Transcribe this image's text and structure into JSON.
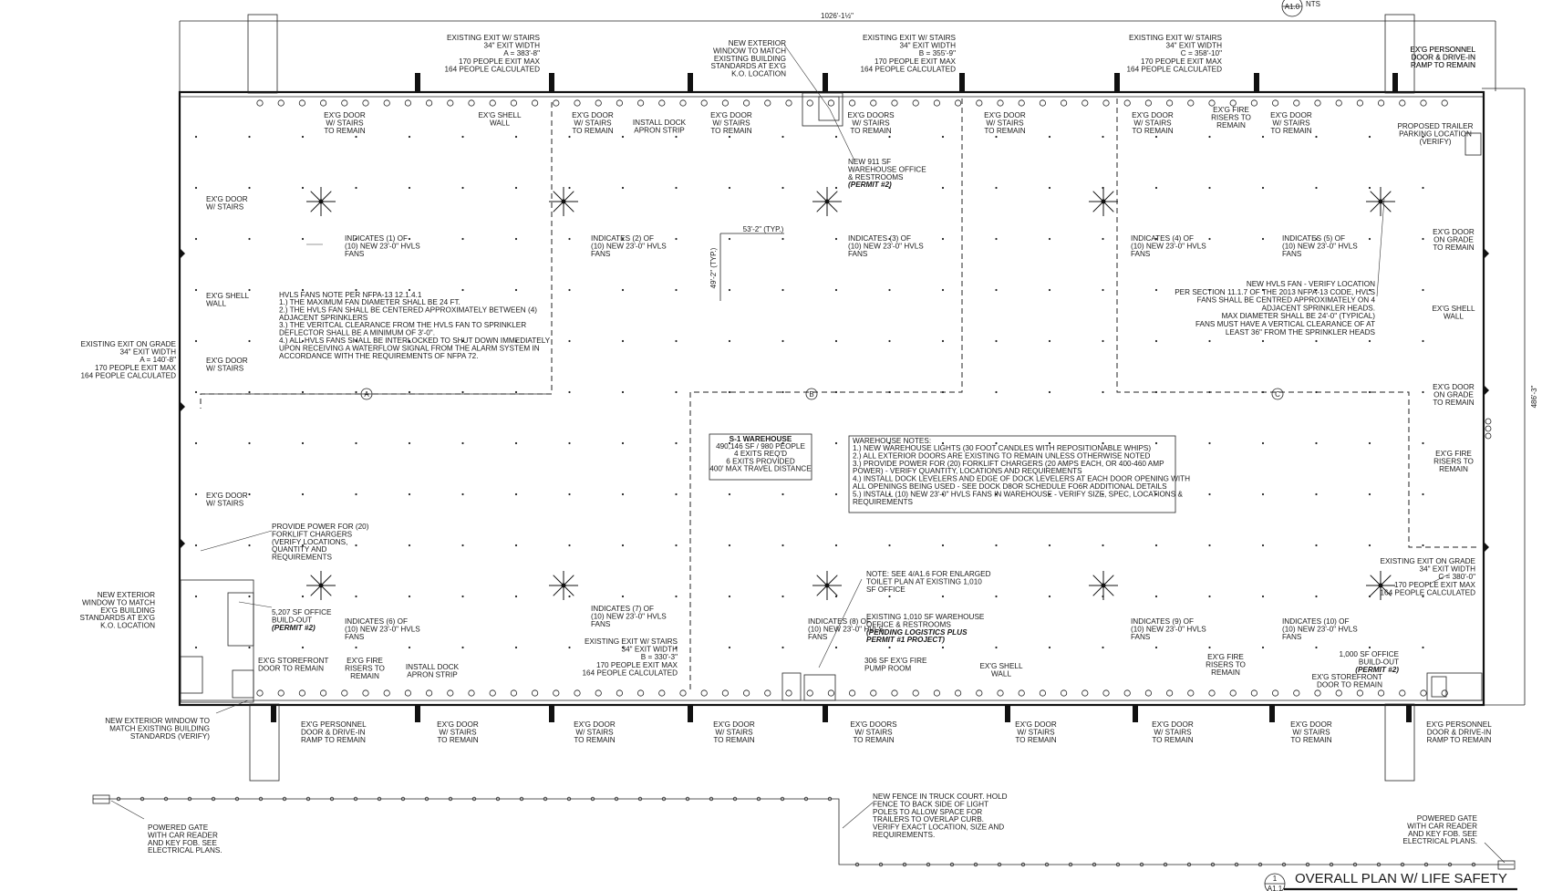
{
  "drawing": {
    "title": "OVERALL PLAN W/ LIFE SAFETY",
    "scale": "1/32\" = 1'-0\"",
    "callout_num": "1",
    "callout_sheet": "A1.1",
    "top_ref_sheet": "A1.0",
    "top_ref_nts": "NTS"
  },
  "dimensions": {
    "overall_width": "1026'-1½\"",
    "overall_depth": "486'-3\"",
    "typ_bay_w": "53'-2\" (TYP.)",
    "typ_bay_h": "49'-2\" (TYP.)"
  },
  "grid": [
    "A",
    "B",
    "C"
  ],
  "hvls_note": {
    "header": "HVLS FANS NOTE PER NFPA-13 12.1.4.1",
    "lines": [
      "1.) THE MAXIMUM FAN DIAMETER SHALL BE 24 FT.",
      "2.) THE HVLS FAN SHALL BE CENTERED APPROXIMATELY BETWEEN (4)",
      "ADJACENT SPRINKLERS",
      "3.) THE VERITCAL CLEARANCE FROM THE HVLS FAN TO SPRINKLER",
      "DEFLECTOR SHALL BE A MINIMUM OF 3'-0\".",
      "4.) ALL HVLS FANS SHALL BE INTERLOCKED TO SHUT DOWN IMMEDIATELY",
      "UPON RECEIVING A WATERFLOW SIGNAL FROM THE ALARM SYSTEM IN",
      "ACCORDANCE WITH THE REQUIREMENTS OF NFPA 72."
    ]
  },
  "occupancy_box": {
    "lines": [
      "S-1 WAREHOUSE",
      "490,146 SF / 980 PEOPLE",
      "4 EXITS REQ'D",
      "6 EXITS PROVIDED",
      "400' MAX TRAVEL DISTANCE"
    ]
  },
  "warehouse_notes": {
    "header": "WAREHOUSE NOTES:",
    "lines": [
      "1.) NEW WAREHOUSE LIGHTS (30 FOOT CANDLES WITH REPOSITIONABLE WHIPS)",
      "2.) ALL EXTERIOR DOORS ARE EXISTING TO REMAIN UNLESS OTHERWISE NOTED",
      "3.) PROVIDE POWER FOR (20) FORKLIFT CHARGERS (20 AMPS EACH, OR 400-460 AMP",
      "POWER) - VERIFY QUANTITY, LOCATIONS AND REQUIREMENTS",
      "4.) INSTALL DOCK LEVELERS AND EDGE OF DOCK LEVELERS AT EACH DOOR OPENING WITH",
      "ALL OPENINGS BEING USED - SEE DOCK D8OR SCHEDULE FO6R ADDITIONAL DETAILS",
      "5.) INSTALL (10) NEW 23'-0\" HVLS FANS IN WAREHOUSE - VERIFY SIZE, SPEC, LOCATIONS &",
      "REQUIREMENTS"
    ]
  },
  "hvls_new": {
    "lines": [
      "NEW HVLS FAN - VERIFY LOCATION",
      "PER SECTION 11.1.7 OF THE 2013 NFPA-13 CODE, HVLS",
      "FANS SHALL BE CENTRED APPROXIMATELY ON 4",
      "ADJACENT SPRINKLER HEADS.",
      "MAX DIAMETER SHALL BE 24'-0\" (TYPICAL)",
      "FANS MUST HAVE A VERTICAL CLEARANCE OF AT",
      "LEAST 36\" FROM THE SPRINKLER HEADS"
    ]
  },
  "fans": [
    {
      "lines": [
        "INDICATES (1) OF",
        "(10) NEW 23'-0\" HVLS",
        "FANS"
      ]
    },
    {
      "lines": [
        "INDICATES (2) OF",
        "(10) NEW 23'-0\" HVLS",
        "FANS"
      ]
    },
    {
      "lines": [
        "INDICATES (3) OF",
        "(10) NEW 23'-0\" HVLS",
        "FANS"
      ]
    },
    {
      "lines": [
        "INDICATES (4) OF",
        "(10) NEW 23'-0\" HVLS",
        "FANS"
      ]
    },
    {
      "lines": [
        "INDICATES (5) OF",
        "(10) NEW 23'-0\" HVLS",
        "FANS"
      ]
    },
    {
      "lines": [
        "INDICATES (6) OF",
        "(10) NEW 23'-0\" HVLS",
        "FANS"
      ]
    },
    {
      "lines": [
        "INDICATES (7) OF",
        "(10) NEW 23'-0\" HVLS",
        "FANS"
      ]
    },
    {
      "lines": [
        "INDICATES (8) OF",
        "(10) NEW 23'-0\" HVLS",
        "FANS"
      ]
    },
    {
      "lines": [
        "INDICATES (9) OF",
        "(10) NEW 23'-0\" HVLS",
        "FANS"
      ]
    },
    {
      "lines": [
        "INDICATES (10) OF",
        "(10) NEW 23'-0\" HVLS",
        "FANS"
      ]
    }
  ],
  "exits": [
    {
      "lines": [
        "EXISTING EXIT W/ STAIRS",
        "34\" EXIT WIDTH",
        "A = 383'-8\"",
        "170 PEOPLE EXIT MAX",
        "164 PEOPLE CALCULATED"
      ]
    },
    {
      "lines": [
        "EXISTING EXIT W/ STAIRS",
        "34\" EXIT WIDTH",
        "B = 355'-9\"",
        "170 PEOPLE EXIT MAX",
        "164 PEOPLE CALCULATED"
      ]
    },
    {
      "lines": [
        "EXISTING EXIT W/ STAIRS",
        "34\" EXIT WIDTH",
        "C = 358'-10\"",
        "170 PEOPLE EXIT MAX",
        "164 PEOPLE CALCULATED"
      ]
    },
    {
      "lines": [
        "EXISTING EXIT ON GRADE",
        "34\" EXIT WIDTH",
        "A = 140'-8\"",
        "170 PEOPLE EXIT MAX",
        "164 PEOPLE CALCULATED"
      ]
    },
    {
      "lines": [
        "EXISTING EXIT W/ STAIRS",
        "34\" EXIT WIDTH",
        "B = 330'-3\"",
        "170 PEOPLE EXIT MAX",
        "164 PEOPLE CALCULATED"
      ]
    },
    {
      "lines": [
        "EXISTING EXIT ON GRADE",
        "34\" EXIT WIDTH",
        "C = 380'-0\"",
        "170 PEOPLE EXIT MAX",
        "164 PEOPLE CALCULATED"
      ]
    }
  ],
  "labels": [
    {
      "lines": [
        "NEW EXTERIOR",
        "WINDOW TO MATCH",
        "EXISTING BUILDING",
        "STANDARDS AT EX'G",
        "K.O. LOCATION"
      ]
    },
    {
      "lines": [
        "EX'G PERSONNEL",
        "DOOR & DRIVE-IN",
        "RAMP TO REMAIN"
      ]
    },
    {
      "lines": [
        "EX'G DOOR",
        "W/ STAIRS",
        "TO REMAIN"
      ]
    },
    {
      "lines": [
        "EX'G SHELL",
        "WALL"
      ]
    },
    {
      "lines": [
        "EX'G DOOR",
        "W/ STAIRS",
        "TO REMAIN"
      ]
    },
    {
      "lines": [
        "INSTALL DOCK",
        "APRON STRIP"
      ]
    },
    {
      "lines": [
        "EX'G DOOR",
        "W/ STAIRS",
        "TO REMAIN"
      ]
    },
    {
      "lines": [
        "EX'G DOORS",
        "W/ STAIRS",
        "TO REMAIN"
      ]
    },
    {
      "lines": [
        "EX'G DOOR",
        "W/ STAIRS",
        "TO REMAIN"
      ]
    },
    {
      "lines": [
        "EX'G DOOR",
        "W/ STAIRS",
        "TO REMAIN"
      ]
    },
    {
      "lines": [
        "EX'G FIRE",
        "RISERS TO",
        "REMAIN"
      ]
    },
    {
      "lines": [
        "EX'G DOOR",
        "W/ STAIRS",
        "TO REMAIN"
      ]
    },
    {
      "lines": [
        "EX'G PERSONNEL",
        "DOOR & DRIVE-IN",
        "RAMP TO REMAIN"
      ]
    },
    {
      "lines": [
        "PROPOSED TRAILER",
        "PARKING LOCATION",
        "(VERIFY)"
      ]
    },
    {
      "lines": [
        "NEW 911 SF",
        "WAREHOUSE OFFICE",
        "& RESTROOMS"
      ],
      "italic": "(PERMIT #2)"
    },
    {
      "lines": [
        "EX'G DOOR",
        "W/ STAIRS"
      ]
    },
    {
      "lines": [
        "EX'G SHELL",
        "WALL"
      ]
    },
    {
      "lines": [
        "EX'G DOOR",
        "W/ STAIRS"
      ]
    },
    {
      "lines": [
        "EX'G DOOR",
        "W/ STAIRS"
      ]
    },
    {
      "lines": [
        "EX'G DOOR",
        "ON GRADE",
        "TO REMAIN"
      ]
    },
    {
      "lines": [
        "EX'G SHELL",
        "WALL"
      ]
    },
    {
      "lines": [
        "EX'G DOOR",
        "ON GRADE",
        "TO REMAIN"
      ]
    },
    {
      "lines": [
        "EX'G FIRE",
        "RISERS TO",
        "REMAIN"
      ]
    },
    {
      "lines": [
        "PROVIDE POWER FOR (20)",
        "FORKLIFT CHARGERS",
        "(VERIFY LOCATIONS,",
        "QUANTITY AND",
        "REQUIREMENTS"
      ]
    },
    {
      "lines": [
        "NEW EXTERIOR",
        "WINDOW TO MATCH",
        "EX'G BUILDING",
        "STANDARDS AT EX'G",
        "K.O. LOCATION"
      ]
    },
    {
      "lines": [
        "5,207 SF OFFICE",
        "BUILD-OUT"
      ],
      "italic": "(PERMIT #2)"
    },
    {
      "lines": [
        "EX'G STOREFRONT",
        "DOOR TO REMAIN"
      ]
    },
    {
      "lines": [
        "EX'G FIRE",
        "RISERS TO",
        "REMAIN"
      ]
    },
    {
      "lines": [
        "INSTALL DOCK",
        "APRON STRIP"
      ]
    },
    {
      "lines": [
        "NEW EXTERIOR WINDOW TO",
        "MATCH EXISTING BUILDING",
        "STANDARDS (VERIFY)"
      ]
    },
    {
      "lines": [
        "EX'G PERSONNEL",
        "DOOR & DRIVE-IN",
        "RAMP TO REMAIN"
      ]
    },
    {
      "lines": [
        "EX'G DOOR",
        "W/ STAIRS",
        "TO REMAIN"
      ]
    },
    {
      "lines": [
        "EX'G DOOR",
        "W/ STAIRS",
        "TO REMAIN"
      ]
    },
    {
      "lines": [
        "EX'G DOOR",
        "W/ STAIRS",
        "TO REMAIN"
      ]
    },
    {
      "lines": [
        "NOTE: SEE 4/A1.6 FOR ENLARGED",
        "TOILET PLAN AT EXISTING 1,010",
        "SF OFFICE"
      ]
    },
    {
      "lines": [
        "EXISTING 1,010 SF WAREHOUSE",
        "OFFICE & RESTROOMS"
      ],
      "italic": "(PENDING LOGISTICS PLUS",
      "italic2": "PERMIT #1 PROJECT)"
    },
    {
      "lines": [
        "306 SF EX'G FIRE",
        "PUMP ROOM"
      ]
    },
    {
      "lines": [
        "EX'G DOORS",
        "W/ STAIRS",
        "TO REMAIN"
      ]
    },
    {
      "lines": [
        "EX'G SHELL",
        "WALL"
      ]
    },
    {
      "lines": [
        "EX'G DOOR",
        "W/ STAIRS",
        "TO REMAIN"
      ]
    },
    {
      "lines": [
        "EX'G FIRE",
        "RISERS TO",
        "REMAIN"
      ]
    },
    {
      "lines": [
        "EX'G DOOR",
        "W/ STAIRS",
        "TO REMAIN"
      ]
    },
    {
      "lines": [
        "EX'G DOOR",
        "W/ STAIRS",
        "TO REMAIN"
      ]
    },
    {
      "lines": [
        "1,000 SF OFFICE",
        "BUILD-OUT"
      ],
      "italic": "(PERMIT #2)"
    },
    {
      "lines": [
        "EX'G STOREFRONT",
        "DOOR TO REMAIN"
      ]
    },
    {
      "lines": [
        "EX'G PERSONNEL",
        "DOOR & DRIVE-IN",
        "RAMP TO REMAIN"
      ]
    },
    {
      "lines": [
        "POWERED GATE",
        "WITH CAR READER",
        "AND KEY FOB. SEE",
        "ELECTRICAL PLANS."
      ]
    },
    {
      "lines": [
        "NEW FENCE IN TRUCK COURT. HOLD",
        "FENCE TO BACK SIDE OF LIGHT",
        "POLES TO ALLOW SPACE FOR",
        "TRAILERS TO OVERLAP CURB.",
        "VERIFY EXACT LOCATION, SIZE AND",
        "REQUIREMENTS."
      ]
    },
    {
      "lines": [
        "POWERED GATE",
        "WITH CAR READER",
        "AND KEY FOB. SEE",
        "ELECTRICAL PLANS."
      ]
    }
  ]
}
